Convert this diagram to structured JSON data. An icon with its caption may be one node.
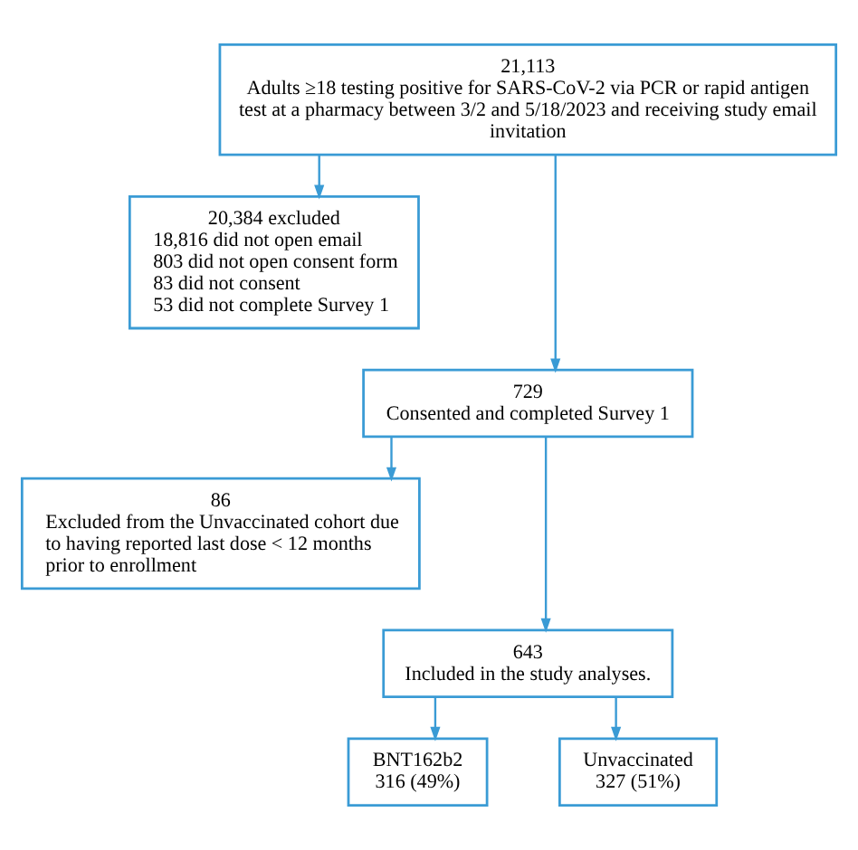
{
  "diagram": {
    "nodes": [
      {
        "text": [
          "21,113",
          "Adults ≥18 testing positive for SARS-CoV-2 via PCR or rapid antigen test at a pharmacy between 3/2 and 5/18/2023 and receiving study email invitation"
        ]
      },
      {
        "text": [
          "20,384 excluded",
          "18,816 did not open email",
          "803 did not open consent form",
          "83 did not consent",
          "53 did not complete Survey 1"
        ]
      },
      {
        "text": [
          "729",
          "Consented and completed Survey 1"
        ]
      },
      {
        "text": [
          "86",
          "Excluded from the Unvaccinated cohort due to having reported last dose < 12 months prior to enrollment"
        ]
      },
      {
        "text": [
          "643",
          "Included in the study analyses."
        ]
      },
      {
        "text": [
          "BNT162b2",
          "316 (49%)"
        ]
      },
      {
        "text": [
          "Unvaccinated",
          "327 (51%)"
        ]
      }
    ],
    "edges": [
      {
        "from": 0,
        "to": 2,
        "arrow": "to"
      },
      {
        "from": 0,
        "to": 1,
        "arrow": "to"
      },
      {
        "from": 2,
        "to": 4,
        "arrow": "to"
      },
      {
        "from": 2,
        "to": 3,
        "arrow": "to"
      },
      {
        "from": 4,
        "to": 5,
        "arrow": "to"
      },
      {
        "from": 4,
        "to": 6,
        "arrow": "to"
      }
    ]
  }
}
